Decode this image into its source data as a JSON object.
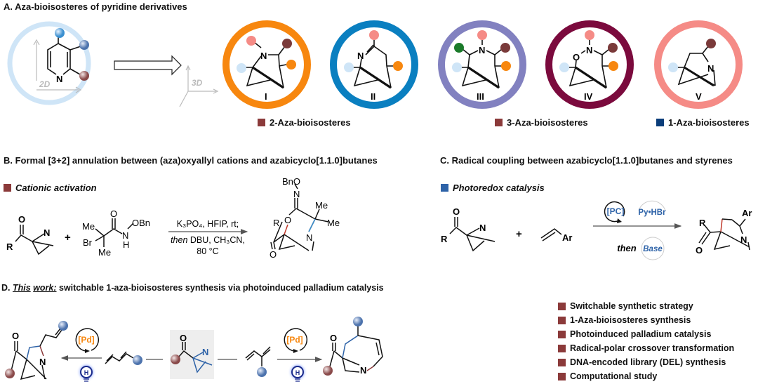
{
  "section_a": {
    "title": "A. Aza-bioisosteres of pyridine derivatives",
    "pyridine_atom": "N",
    "label_2d": "2D",
    "label_3d": "3D",
    "scaffolds": [
      {
        "numeral": "I",
        "ring_color": "#f7870f"
      },
      {
        "numeral": "II",
        "ring_color": "#0a7fc0"
      },
      {
        "numeral": "III",
        "ring_color": "#8281c0"
      },
      {
        "numeral": "IV",
        "ring_color": "#7b0a3d"
      },
      {
        "numeral": "V",
        "ring_color": "#f58b86"
      }
    ],
    "atoms": {
      "N": "N",
      "O": "O"
    },
    "legends": [
      {
        "label": "2-Aza-bioisosteres",
        "color": "#8b3a3a"
      },
      {
        "label": "3-Aza-bioisosteres",
        "color": "#8b3a3a"
      },
      {
        "label": "1-Aza-bioisosteres",
        "color": "#0b3d7a"
      }
    ],
    "ball_colors": {
      "light_blue": "#cfe5f7",
      "orange": "#f7870f",
      "pink": "#f58b86",
      "brown": "#7a3a3a",
      "green": "#1a7a2a",
      "blue": "#3a8fd0"
    }
  },
  "section_b": {
    "title": "B. Formal [3+2] annulation between (aza)oxyallyl cations and azabicyclo[1.1.0]butanes",
    "mode": "Cationic activation",
    "mode_color": "#8b3a3a",
    "reactant1": {
      "R": "R",
      "O": "O",
      "N": "N"
    },
    "plus": "+",
    "reagent2": {
      "Me1": "Me",
      "Br": "Br",
      "Me2": "Me",
      "O": "O",
      "N": "N",
      "H": "H",
      "OBn": "OBn"
    },
    "conditions_above": "K₃PO₄, HFIP, rt;",
    "conditions_below_italic": "then",
    "conditions_below": " DBU, CH₃CN,",
    "conditions_temp": "80 °C",
    "product": {
      "BnO": "BnO",
      "N1": "N",
      "Me1": "Me",
      "Me2": "Me",
      "R": "R",
      "O1": "O",
      "N2": "N",
      "O2": "O"
    }
  },
  "section_c": {
    "title": "C. Radical coupling between azabicyclo[1.1.0]butanes and styrenes",
    "mode": "Photoredox catalysis",
    "mode_color": "#2e63a8",
    "reactant1": {
      "R": "R",
      "O": "O",
      "N": "N"
    },
    "plus": "+",
    "styrene_Ar": "Ar",
    "catalyst": "[PC]",
    "additive": "Py•HBr",
    "then": "then",
    "base": "Base",
    "product": {
      "R": "R",
      "Ar": "Ar",
      "N": "N",
      "O": "O"
    }
  },
  "section_d": {
    "title_prefix": "D. ",
    "title_this": "This",
    "title_work": "work:",
    "title_rest": " switchable 1-aza-bioisosteres synthesis via photoinduced palladium catalysis",
    "catalyst_left": "[Pd]",
    "catalyst_right": "[Pd]",
    "catalyst_color": "#f7870f",
    "bulb_label": "H",
    "atoms": {
      "O": "O",
      "N": "N"
    },
    "bullets": [
      "Switchable synthetic strategy",
      "1-Aza-bioisosteres synthesis",
      "Photoinduced palladium catalysis",
      "Radical-polar crossover transformation",
      "DNA-encoded library (DEL) synthesis",
      "Computational study"
    ],
    "bullet_color": "#8b3a3a"
  }
}
